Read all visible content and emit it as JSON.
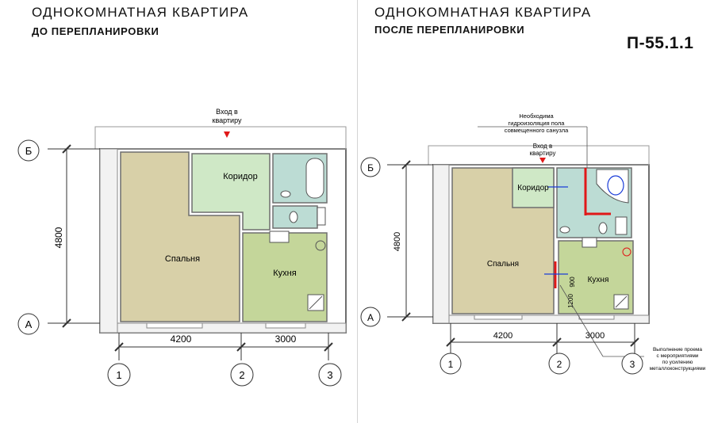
{
  "headings": {
    "left_title": "ОДНОКОМНАТНАЯ  КВАРТИРА",
    "left_subtitle": "ДО ПЕРЕПЛАНИРОВКИ",
    "right_title": "ОДНОКОМНАТНАЯ  КВАРТИРА",
    "right_subtitle": "ПОСЛЕ ПЕРЕПЛАНИРОВКИ",
    "series_code": "П-55.1.1"
  },
  "before_plan": {
    "entrance_line1": "Вход в",
    "entrance_line2": "квартиру",
    "corridor": "Коридор",
    "bedroom": "Спальня",
    "kitchen": "Кухня",
    "axis_b": "Б",
    "axis_a": "А",
    "height_dim": "4800",
    "width_dim_left": "4200",
    "width_dim_right": "3000",
    "axis_1": "1",
    "axis_2": "2",
    "axis_3": "3"
  },
  "after_plan": {
    "waterproof_line1": "Необходима",
    "waterproof_line2": "гидроизоляция пола",
    "waterproof_line3": "совмещенного санузла",
    "entrance_line1": "Вход в",
    "entrance_line2": "квартиру",
    "corridor": "Коридор",
    "bedroom": "Спальня",
    "kitchen": "Кухня",
    "opening_dim_1": "900",
    "opening_dim_2": "1200",
    "opening_note_line1": "Выполнение проема",
    "opening_note_line2": "с мероприятиями",
    "opening_note_line3": "по усилению",
    "opening_note_line4": "металлоконструкциями",
    "axis_b": "Б",
    "axis_a": "А",
    "height_dim": "4800",
    "width_dim_left": "4200",
    "width_dim_right": "3000",
    "axis_1": "1",
    "axis_2": "2",
    "axis_3": "3"
  },
  "colors": {
    "bedroom_fill": "#d8d0a8",
    "corridor_fill": "#cfe8c6",
    "kitchen_fill": "#c4d69a",
    "bath_fill": "#bcdcd4",
    "wall": "#6e6e6e",
    "accent_red": "#e01818",
    "accent_blue": "#1a3cd8"
  }
}
